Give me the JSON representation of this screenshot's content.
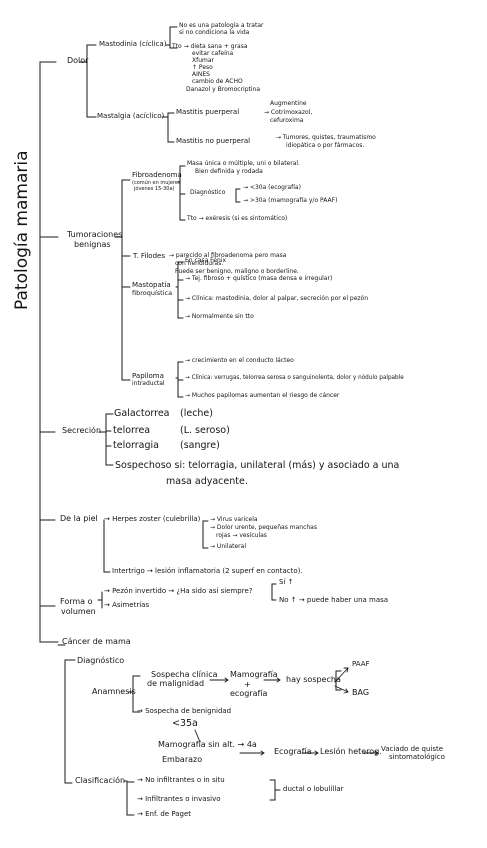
{
  "title": "Patología mamaria",
  "dolor": {
    "label": "Dolor",
    "mastodinia": {
      "label": "Mastodinia (cíclica)",
      "a1": "No es una patología a tratar",
      "a2": "si no condiciona la vida",
      "tto": "Tto → dieta sana + grasa",
      "t1": "evitar cafeína",
      "t2": "Xfumar",
      "t3": "↑ Peso",
      "t4": "AINES",
      "t5": "cambio de ACHO",
      "t6": "Danazol y Bromocriptina"
    },
    "mastalgia": {
      "label": "Mastalgia (acíclico)",
      "puerperal": "Mastitis puerperal",
      "pp1": "Augmentine",
      "pp2": "→ Cotrimoxazol,",
      "pp3": "cefuroxima",
      "nopuerperal": "Mastitis no puerperal",
      "np1": "→ Tumores, quistes, traumatismo",
      "np2": "idiopática o por fármacos."
    }
  },
  "tumoraciones": {
    "label1": "Tumoraciones",
    "label2": "benignas",
    "fibroadenoma": {
      "label": "Fibroadenoma",
      "sub1": "(común en mujeres",
      "sub2": "jóvenes 15-30a)",
      "f1": "Masa única o múltiple, uni o bilateral.",
      "f2": "Bien definida y rodada",
      "diag": "Diagnóstico",
      "d1": "→ <30a (ecografía)",
      "d2": "→ >30a (mamografía y/o PAAF)",
      "tto": "Tto → exéresis (si es sintomático)"
    },
    "filodes": {
      "label": "T. Filodes",
      "f1": "→ parecido al fibroadenoma pero masa",
      "f2": "con hendiduras.",
      "f3": "Puede ser benigno, maligno o borderline."
    },
    "mastopatia": {
      "label1": "Mastopatía",
      "label2": "fibroquística",
      "m1": "En casa Fénix",
      "m2": "→ Tej. fibroso + quístico (masa densa e irregular)",
      "m3": "→ Clínica: mastodinia, dolor al palpar, secreción por el pezón",
      "m4": "→ Normalmente sin tto"
    },
    "papiloma": {
      "label1": "Papiloma",
      "label2": "intraductal",
      "p1": "→ crecimiento en el conducto lácteo",
      "p2": "→ Clínica: verrugas, telorrea serosa o sanguinolenta, dolor y nódulo palpable",
      "p3": "→ Muchos papilomas aumentan el riesgo de cáncer"
    }
  },
  "secrecion": {
    "label": "Secreción",
    "g": "Galactorrea",
    "g2": "(leche)",
    "t": "telorrea",
    "t2": "(L. seroso)",
    "tg": "telorragia",
    "tg2": "(sangre)",
    "s1": "Sospechoso si: telorragia, unilateral (más) y asociado a una",
    "s2": "masa adyacente."
  },
  "piel": {
    "label": "De la piel",
    "herpes": "→ Herpes zoster (culebrilla)",
    "h1": "→ Virus varicela",
    "h2": "→ Dolor urente, pequeñas manchas",
    "h3": "rojas → vesículas",
    "h4": "→ Unilateral",
    "intertrigo": "Intertrigo → lesión inflamatoria (2 superf en contacto)."
  },
  "forma": {
    "label1": "Forma o",
    "label2": "volumen",
    "pezon": "→ Pezón invertido → ¿Ha sido así siempre?",
    "asim": "→ Asimetrías",
    "si": "Sí ↑",
    "no": "No ↑ → puede haber una masa"
  },
  "cancer": {
    "label": "Cáncer de mama",
    "diag": "Diagnóstico",
    "anamnesis": "Anamnesis",
    "sosp1": "Sospecha clínica",
    "sosp2": "de malignidad",
    "mamo": "Mamografía",
    "plus": "+",
    "eco": "ecografía",
    "hay": "hay sospecha",
    "paaf": "PAAF",
    "bag": "BAG",
    "benig": "→ Sospecha de benignidad",
    "menor": "<35a",
    "ecografia": "Ecografía",
    "lesion": "Lesión heterog.",
    "vaciado1": "Vaciado de quiste",
    "vaciado2": "sintomatológico",
    "mamosin": "Mamografía sin alt. → 4a",
    "embarazo": "Embarazo",
    "clasif": "Clasificación",
    "c1": "→ No infiltrantes o in situ",
    "c2": "→ Infiltrantes o invasivo",
    "c3": "→ Enf. de Paget",
    "ductal": "ductal o lobulillar"
  }
}
